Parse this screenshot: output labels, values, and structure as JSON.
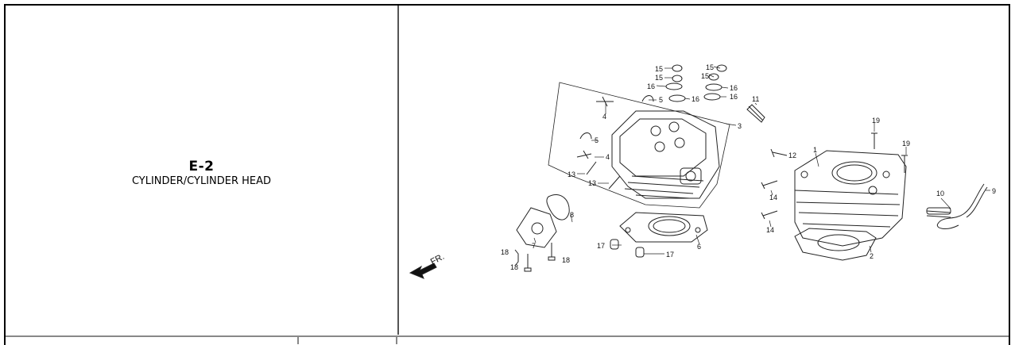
{
  "section": {
    "code": "E-2",
    "name": "CYLINDER/CYLINDER HEAD"
  },
  "diagram": {
    "front_label": "FR.",
    "callouts": {
      "c1": "1",
      "c2": "2",
      "c3": "3",
      "c4a": "4",
      "c4b": "4",
      "c5a": "5",
      "c5b": "5",
      "c6": "6",
      "c7": "7",
      "c8": "8",
      "c9": "9",
      "c10": "10",
      "c11": "11",
      "c12": "12",
      "c13a": "13",
      "c13b": "13",
      "c14a": "14",
      "c14b": "14",
      "c15a": "15",
      "c15b": "15",
      "c15c": "15",
      "c15d": "15",
      "c16a": "16",
      "c16b": "16",
      "c16c": "16",
      "c16d": "16",
      "c17a": "17",
      "c17b": "17",
      "c18a": "18",
      "c18b": "18",
      "c18c": "18",
      "c19a": "19",
      "c19b": "19"
    }
  }
}
